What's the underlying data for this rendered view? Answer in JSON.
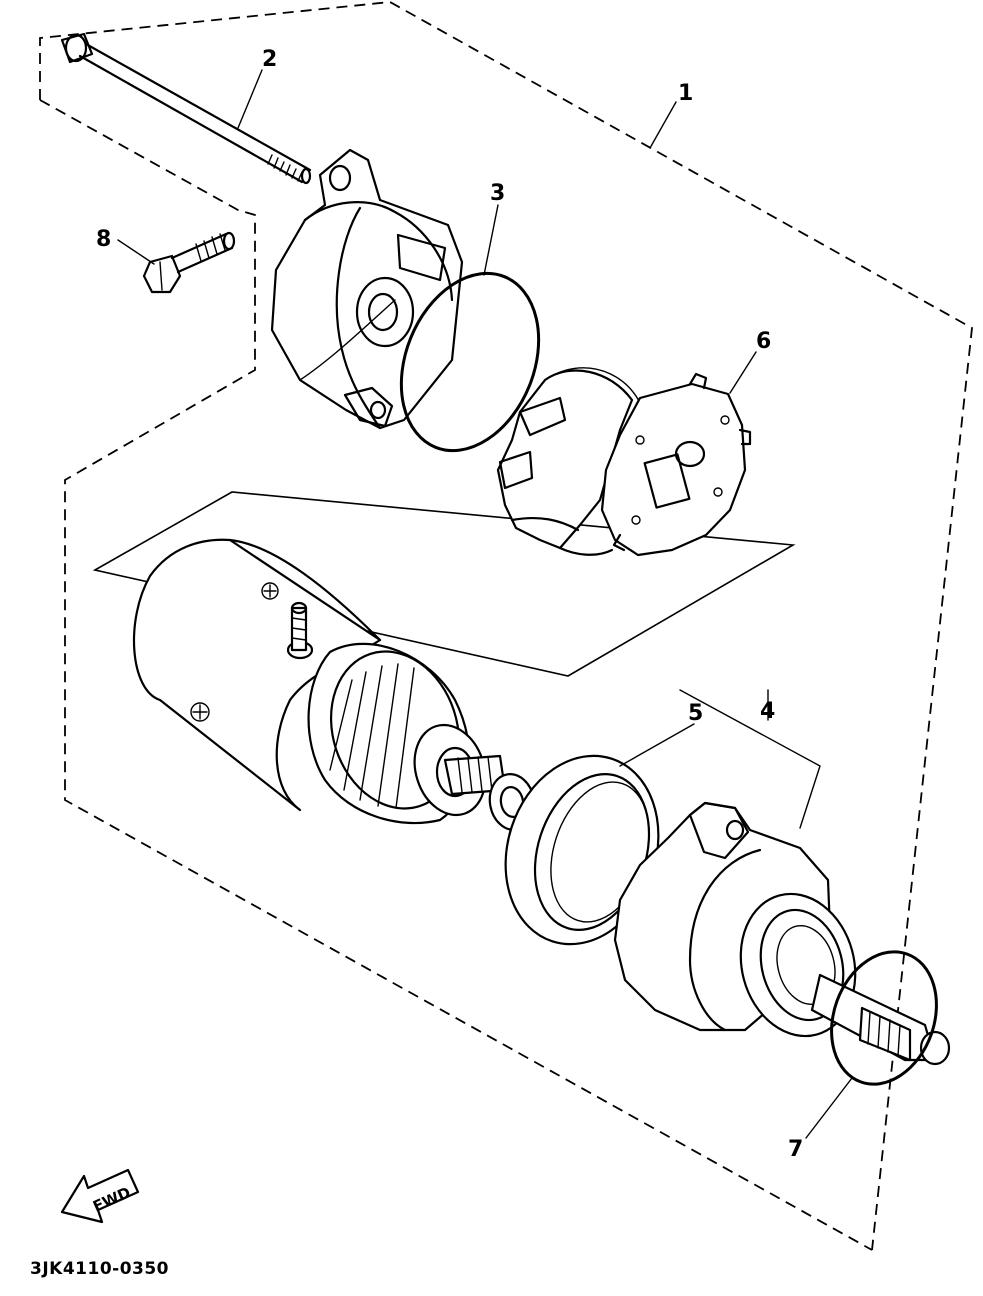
{
  "callouts": [
    {
      "id": "1",
      "text": "1"
    },
    {
      "id": "2",
      "text": "2"
    },
    {
      "id": "3",
      "text": "3"
    },
    {
      "id": "4",
      "text": "4"
    },
    {
      "id": "5",
      "text": "5"
    },
    {
      "id": "6",
      "text": "6"
    },
    {
      "id": "7",
      "text": "7"
    },
    {
      "id": "8",
      "text": "8"
    }
  ],
  "direction_arrow": {
    "text": "FWD"
  },
  "diagram_code": "3JK4110-0350"
}
